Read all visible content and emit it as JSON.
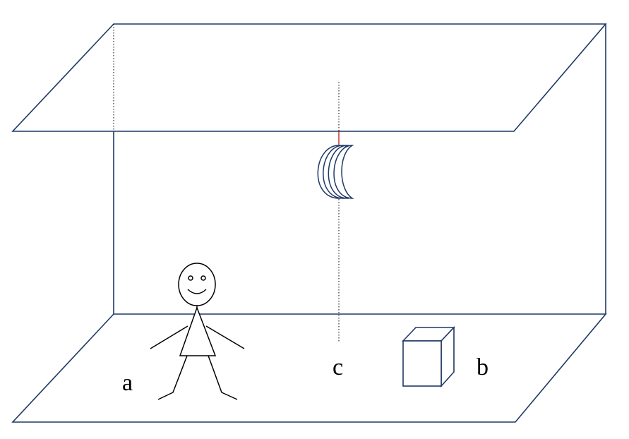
{
  "labels": {
    "a": "a",
    "b": "b",
    "c": "c"
  },
  "colors": {
    "line": "#1f3864",
    "figure": "#000000",
    "dotted": "#000000",
    "thread": "#c00000"
  },
  "icons": {
    "person": "stick-figure-icon",
    "object": "box-icon",
    "hanging": "hanging-crescent-icon"
  }
}
